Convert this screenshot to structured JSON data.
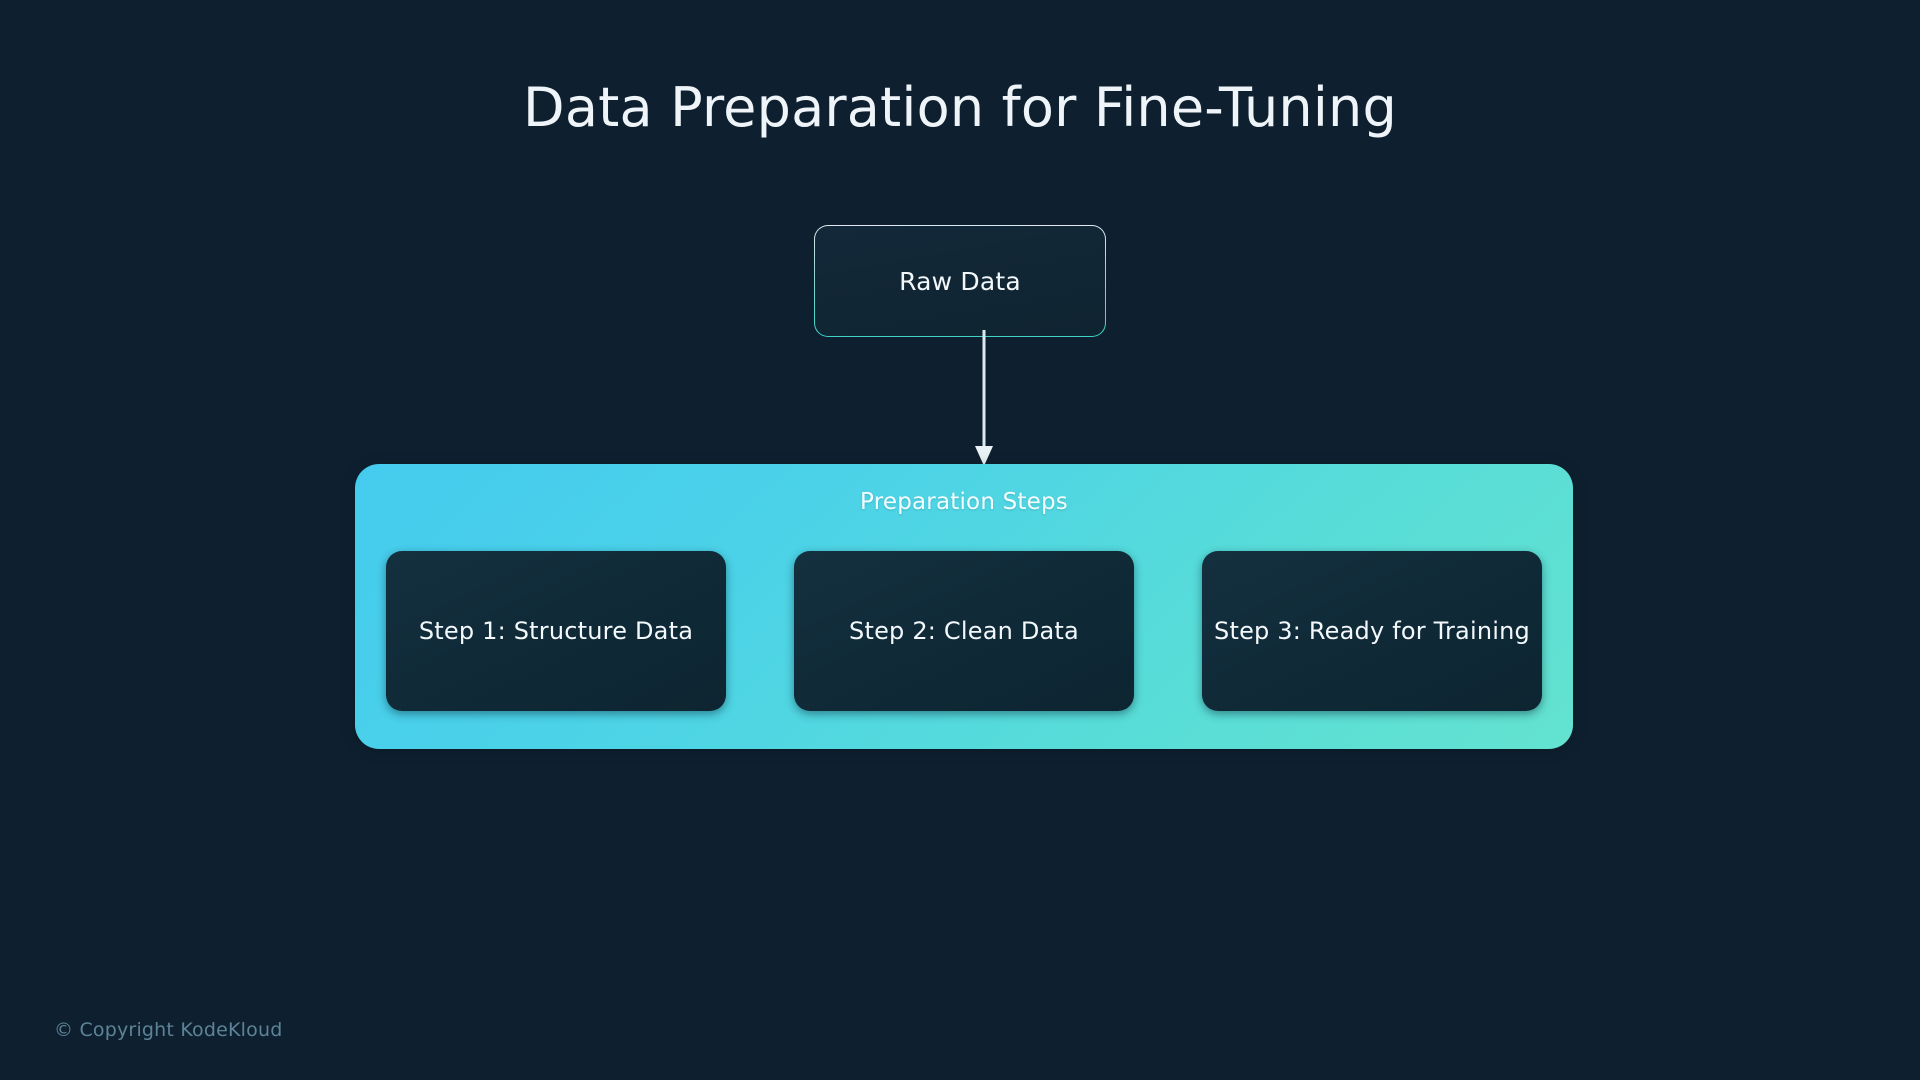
{
  "slide": {
    "title": "Data Preparation for Fine-Tuning",
    "background_color": "#0e2030"
  },
  "source_node": {
    "label": "Raw Data",
    "border_color": "#4fd6cd",
    "fill_color": "#112634"
  },
  "connector": {
    "name": "arrow-down",
    "color": "#e3eef4",
    "from": "Raw Data",
    "to": "Preparation Steps"
  },
  "steps_group": {
    "title": "Preparation Steps",
    "gradient_from": "#45cbee",
    "gradient_to": "#63e2cf",
    "steps": [
      {
        "label": "Step 1: Structure Data"
      },
      {
        "label": "Step 2: Clean Data"
      },
      {
        "label": "Step 3: Ready for Training"
      }
    ]
  },
  "footer": {
    "copyright": "© Copyright KodeKloud",
    "color": "#5d8397"
  }
}
